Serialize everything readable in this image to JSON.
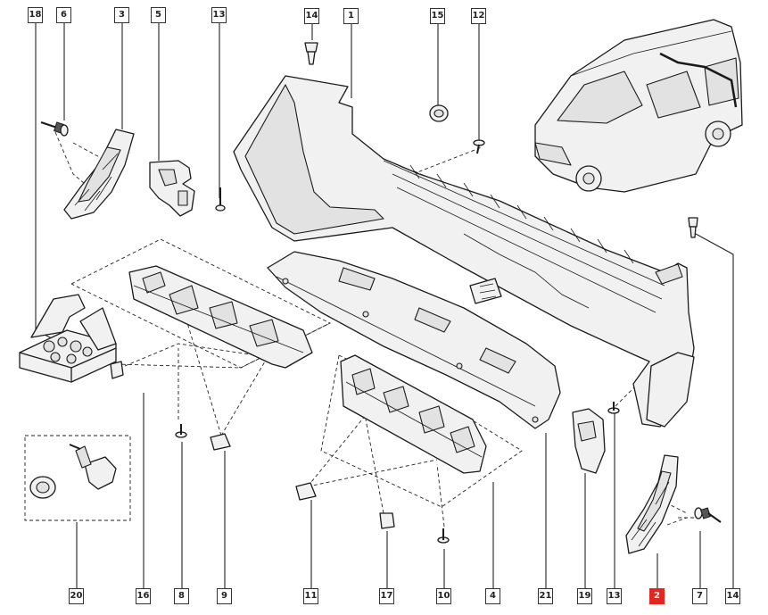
{
  "diagram": {
    "accent_color": "#e52620",
    "callouts": [
      {
        "id": "c18",
        "label": "18"
      },
      {
        "id": "c6",
        "label": "6"
      },
      {
        "id": "c3",
        "label": "3"
      },
      {
        "id": "c5",
        "label": "5"
      },
      {
        "id": "c13a",
        "label": "13"
      },
      {
        "id": "c14a",
        "label": "14"
      },
      {
        "id": "c1",
        "label": "1"
      },
      {
        "id": "c15",
        "label": "15"
      },
      {
        "id": "c12",
        "label": "12"
      },
      {
        "id": "c20",
        "label": "20"
      },
      {
        "id": "c16",
        "label": "16"
      },
      {
        "id": "c8",
        "label": "8"
      },
      {
        "id": "c9",
        "label": "9"
      },
      {
        "id": "c11",
        "label": "11"
      },
      {
        "id": "c17",
        "label": "17"
      },
      {
        "id": "c10",
        "label": "10"
      },
      {
        "id": "c4",
        "label": "4"
      },
      {
        "id": "c21",
        "label": "21"
      },
      {
        "id": "c19",
        "label": "19"
      },
      {
        "id": "c13b",
        "label": "13"
      },
      {
        "id": "c2",
        "label": "2"
      },
      {
        "id": "c7",
        "label": "7"
      },
      {
        "id": "c14b",
        "label": "14"
      }
    ]
  }
}
